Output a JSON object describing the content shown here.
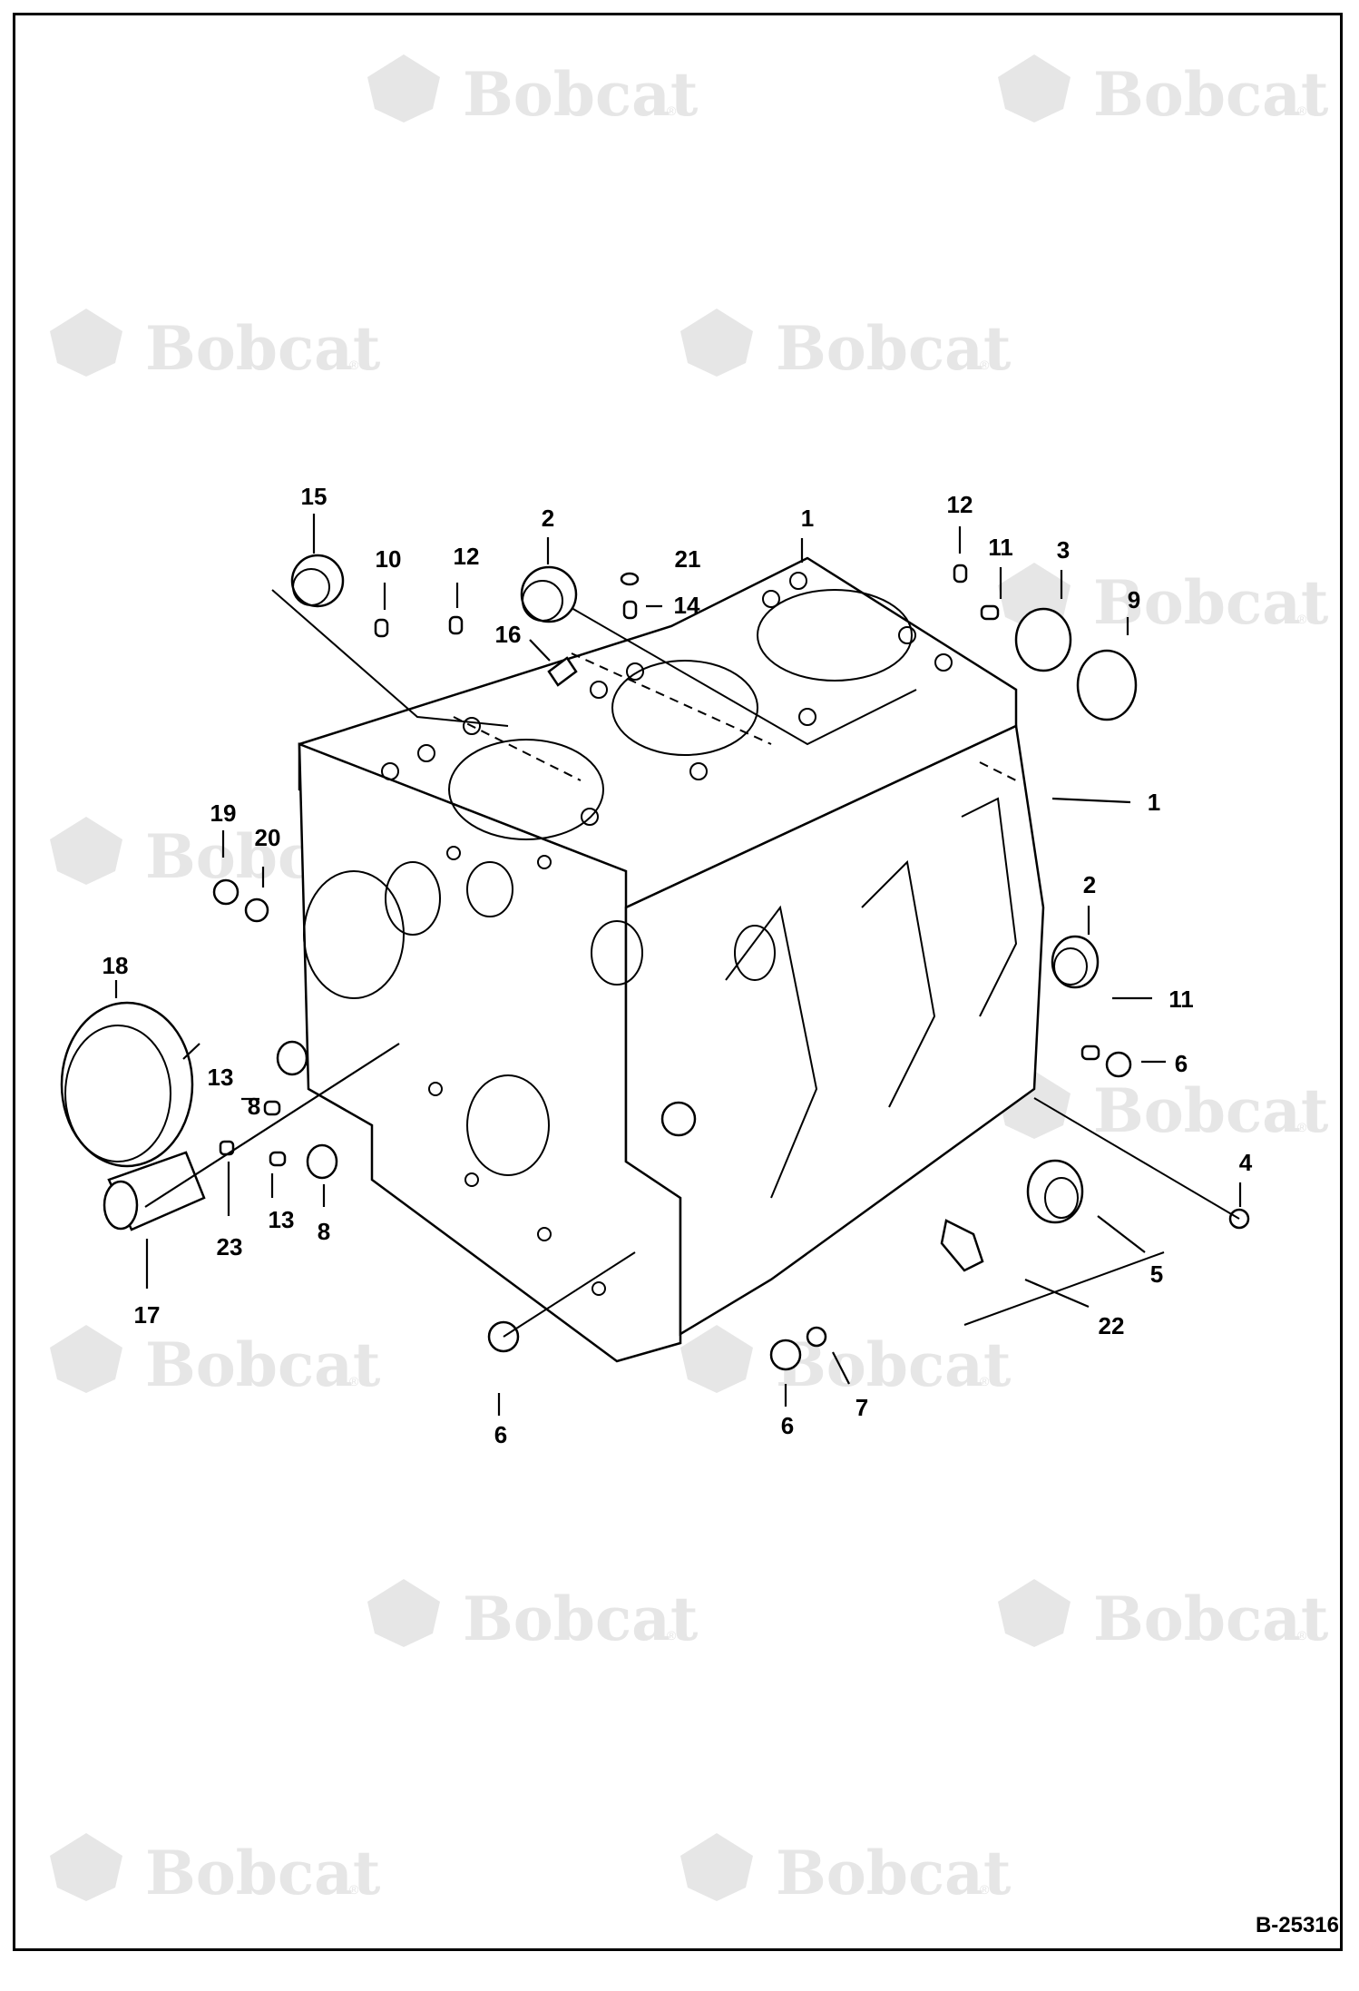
{
  "watermark": {
    "brand": "Bobcat",
    "reg": "®",
    "color": "#e6e6e6"
  },
  "figure_ref": "B-25316",
  "callouts": [
    "15",
    "10",
    "12",
    "2",
    "21",
    "14",
    "16",
    "1",
    "12",
    "11",
    "3",
    "9",
    "1",
    "19",
    "20",
    "2",
    "11",
    "6",
    "18",
    "13",
    "8",
    "23",
    "13",
    "8",
    "17",
    "4",
    "5",
    "22",
    "6",
    "7",
    "6"
  ]
}
